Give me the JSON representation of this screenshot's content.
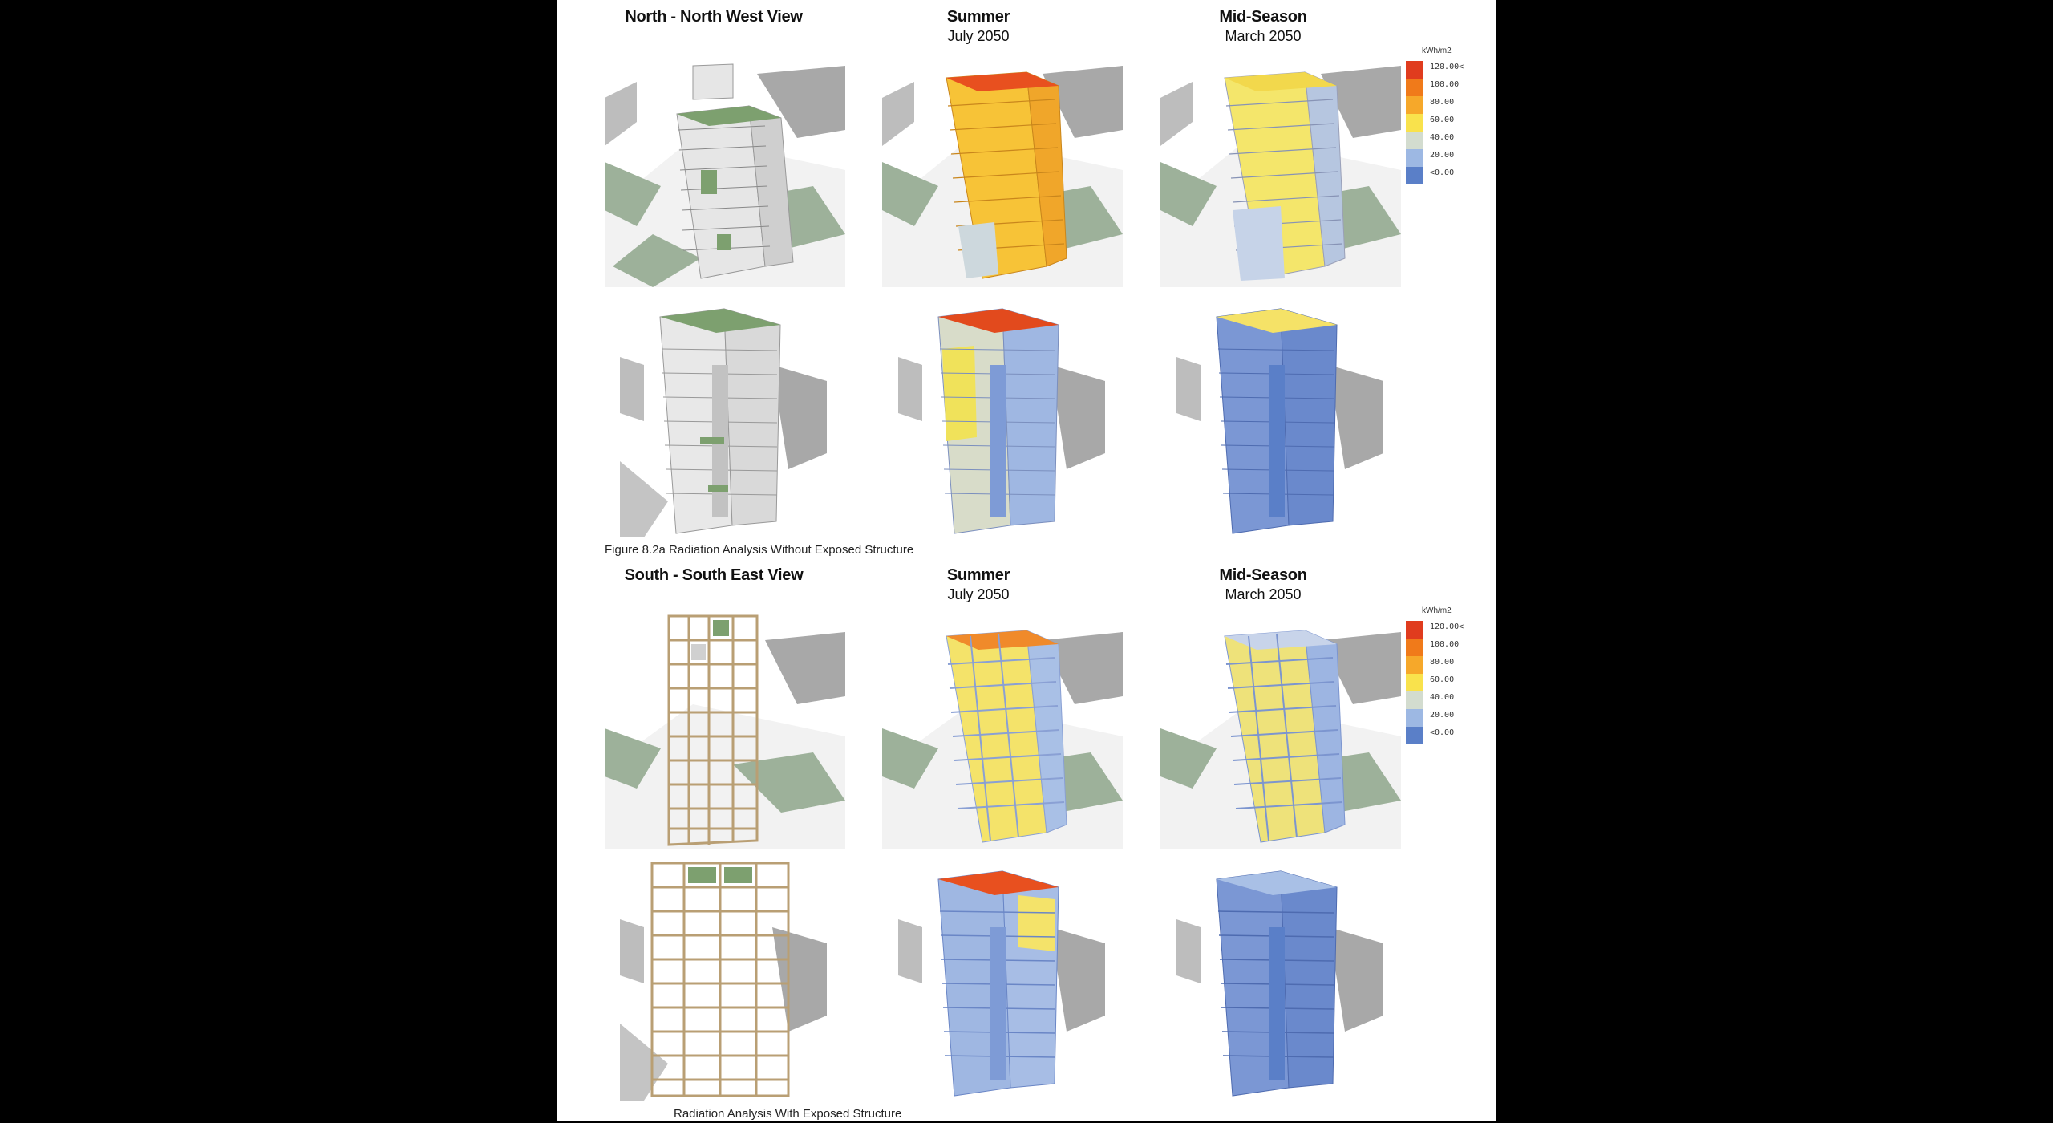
{
  "top": {
    "view_title": "North - North West View",
    "summer_title": "Summer",
    "summer_date": "July 2050",
    "mid_title": "Mid-Season",
    "mid_date": "March 2050",
    "caption": "Figure 8.2a Radiation Analysis Without Exposed Structure"
  },
  "bottom": {
    "view_title": "South - South East View",
    "summer_title": "Summer",
    "summer_date": "July 2050",
    "mid_title": "Mid-Season",
    "mid_date": "March 2050",
    "caption": "Radiation Analysis With Exposed Structure"
  },
  "legend": {
    "unit": "kWh/m2",
    "levels": [
      {
        "label": "120.00<",
        "color": "#e03c1e"
      },
      {
        "label": "100.00",
        "color": "#f07a1a"
      },
      {
        "label": "80.00",
        "color": "#f6a82a"
      },
      {
        "label": "60.00",
        "color": "#f9e24c"
      },
      {
        "label": "40.00",
        "color": "#d3dccf"
      },
      {
        "label": "20.00",
        "color": "#9db8e3"
      },
      {
        "label": "<0.00",
        "color": "#5a7fc8"
      }
    ]
  }
}
